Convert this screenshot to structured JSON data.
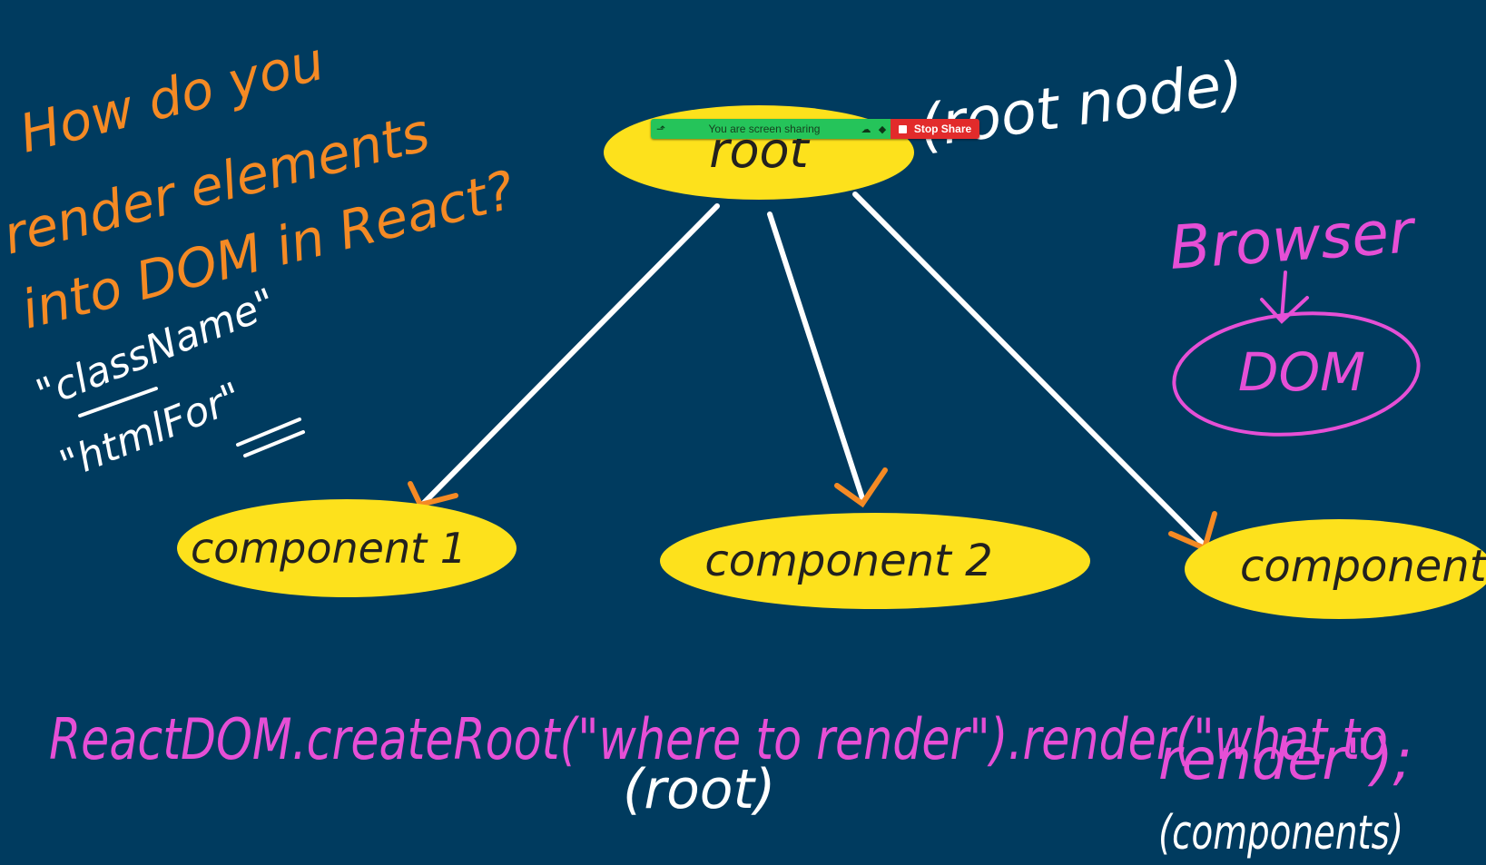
{
  "question": {
    "line1": "How do you",
    "line2": "render elements",
    "line3": "into DOM in React?"
  },
  "attributes": {
    "classname": "\"className\"",
    "htmlfor": "\"htmlFor\""
  },
  "root_node": {
    "label": "root",
    "annotation": "(root node)"
  },
  "components": [
    {
      "label": "component 1"
    },
    {
      "label": "component 2"
    },
    {
      "label": "components"
    }
  ],
  "browser": {
    "title": "Browser",
    "dom_label": "DOM"
  },
  "code": {
    "line": "ReactDOM.createRoot(\"where to render\").render(\"what to",
    "line2": "render\");",
    "root_note": "(root)",
    "components_note": "(components)"
  },
  "share_toolbar": {
    "message": "You are screen sharing",
    "stop_label": "Stop Share"
  },
  "colors": {
    "background": "#003b5f",
    "node_fill": "#fde11c",
    "question_text": "#f58a24",
    "code_text": "#e64fd6",
    "share_green": "#25c45a",
    "share_red": "#e22b2b"
  }
}
